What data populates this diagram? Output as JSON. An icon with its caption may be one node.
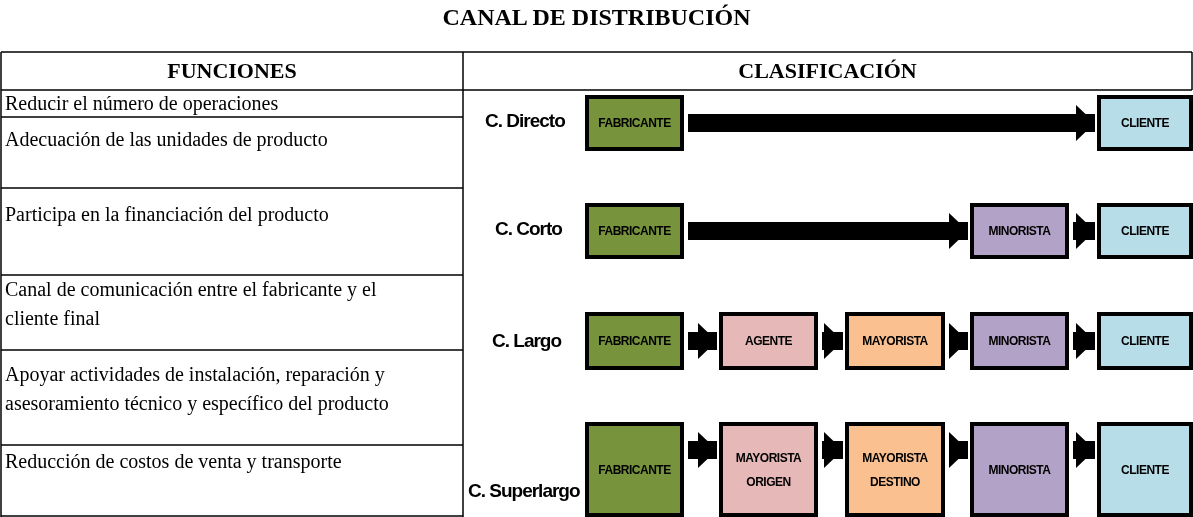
{
  "diagram": {
    "title": "CANAL DE DISTRIBUCIÓN",
    "nodes": [
      {
        "text": [
          "FABRICANTE"
        ]
      },
      {
        "text": [
          "CLIENTE"
        ]
      },
      {
        "text": [
          "FABRICANTE"
        ]
      },
      {
        "text": [
          "MINORISTA"
        ]
      },
      {
        "text": [
          "CLIENTE"
        ]
      },
      {
        "text": [
          "FABRICANTE"
        ]
      },
      {
        "text": [
          "AGENTE"
        ]
      },
      {
        "text": [
          "MAYORISTA"
        ]
      },
      {
        "text": [
          "MINORISTA"
        ]
      },
      {
        "text": [
          "CLIENTE"
        ]
      },
      {
        "text": [
          "FABRICANTE"
        ]
      },
      {
        "text": [
          "MAYORISTA ORIGEN"
        ]
      },
      {
        "text": [
          "MAYORISTA DESTINO"
        ]
      },
      {
        "text": [
          "MINORISTA"
        ]
      },
      {
        "text": [
          "CLIENTE"
        ]
      }
    ],
    "edges": [
      {
        "from": 0,
        "to": 1,
        "arrow": "to"
      },
      {
        "from": 2,
        "to": 3,
        "arrow": "to"
      },
      {
        "from": 3,
        "to": 4,
        "arrow": "to"
      },
      {
        "from": 5,
        "to": 6,
        "arrow": "to"
      },
      {
        "from": 6,
        "to": 7,
        "arrow": "to"
      },
      {
        "from": 7,
        "to": 8,
        "arrow": "to"
      },
      {
        "from": 8,
        "to": 9,
        "arrow": "to"
      },
      {
        "from": 10,
        "to": 11,
        "arrow": "to"
      },
      {
        "from": 11,
        "to": 12,
        "arrow": "to"
      },
      {
        "from": 12,
        "to": 13,
        "arrow": "to"
      },
      {
        "from": 13,
        "to": 14,
        "arrow": "to"
      }
    ],
    "labels": [
      "FUNCIONES",
      "CLASIFICACIÓN",
      "Reducir el número de operaciones",
      "Adecuación de las unidades de producto",
      "Participa en la financiación del producto",
      "Canal de comunicación entre el fabricante y el cliente final",
      "Apoyar actividades de instalación, reparación y asesoramiento técnico y específico del producto",
      "Reducción de costos de venta y transporte",
      "C. Directo",
      "C. Corto",
      "C. Largo",
      "C. Superlargo"
    ]
  }
}
